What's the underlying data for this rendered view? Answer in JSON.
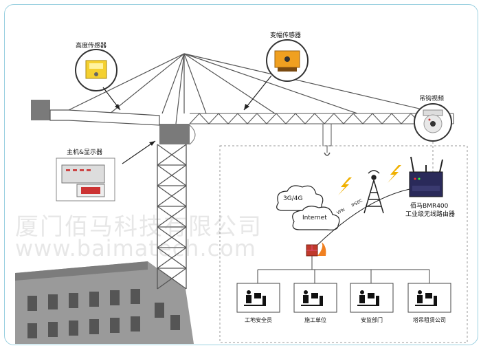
{
  "labels": {
    "height_sensor": "高度传感器",
    "amplitude_sensor": "变幅传感器",
    "hook_video": "吊钩视频",
    "host_display": "主机&显示器",
    "cloud_network": "3G/4G",
    "internet": "Internet",
    "vpn": "VPN",
    "ipsec": "IPSEC",
    "router_name": "佰马BMR400",
    "router_desc": "工业级无线路由器"
  },
  "offices": [
    {
      "name": "工地安全员"
    },
    {
      "name": "施工单位"
    },
    {
      "name": "安监部门"
    },
    {
      "name": "塔吊租赁公司"
    }
  ],
  "watermark": {
    "company": "厦门佰马科技有限公司",
    "url": "www.baimatech.com"
  },
  "colors": {
    "sensor_orange": "#f0a020",
    "sensor_yellow": "#f4d030",
    "frame_border": "#9ad0e0",
    "lightning": "#f0b000",
    "building": "#9a9a9a"
  }
}
